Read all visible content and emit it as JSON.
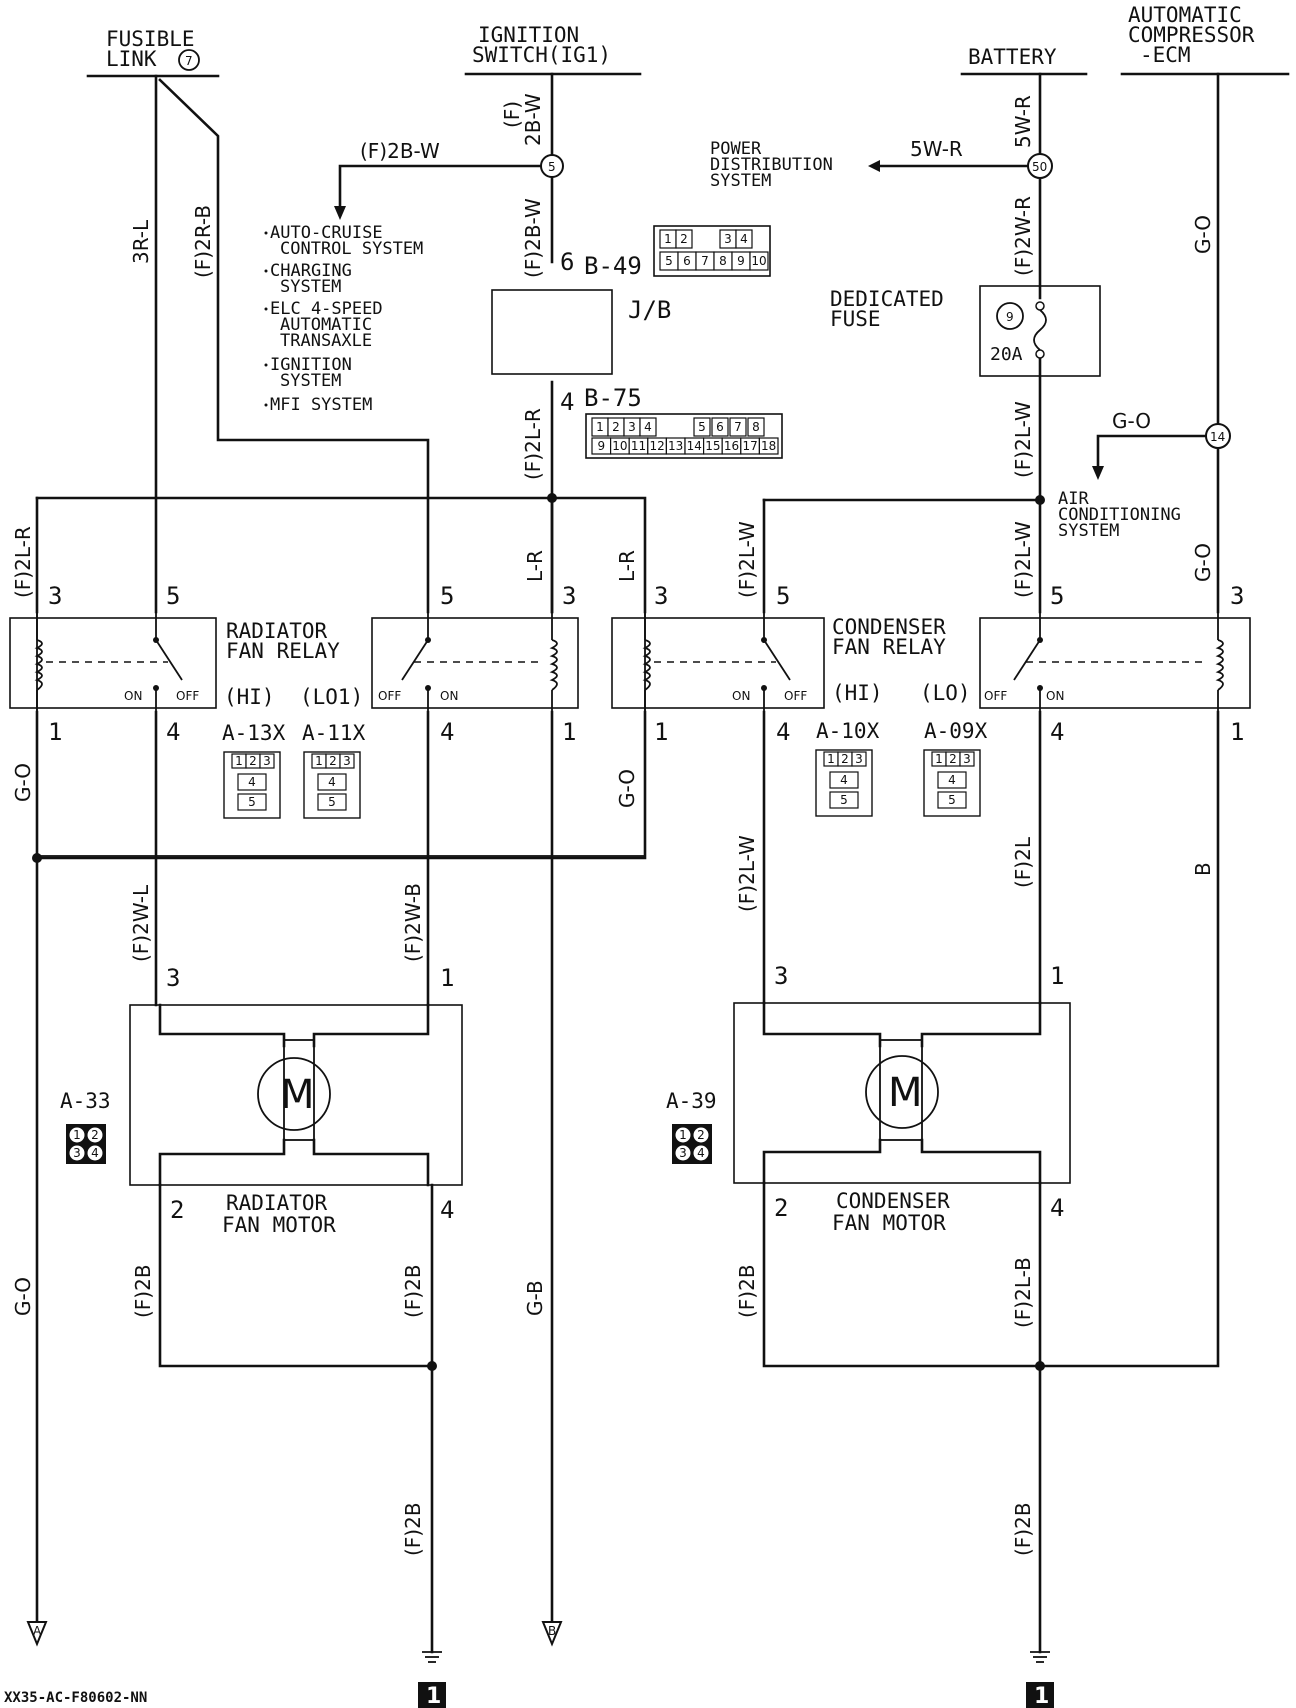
{
  "sources": {
    "fusible_link": "FUSIBLE",
    "fusible_link_2": "LINK",
    "fusible_link_num": "7",
    "ignition_switch": "IGNITION",
    "ignition_switch_2": "SWITCH(IG1)",
    "battery": "BATTERY",
    "ac_ecm_1": "AUTOMATIC",
    "ac_ecm_2": "COMPRESSOR",
    "ac_ecm_3": "-ECM"
  },
  "wires": {
    "w_f_2bw_a": "(F)",
    "w_f_2bw_b": "2B-W",
    "w_2bw_branch": "(F)2B-W",
    "w_2bw_down": "(F)2B-W",
    "w_3rl": "3R-L",
    "w_2rb": "(F)2R-B",
    "w_5wr_top": "5W-R",
    "w_5wr_branch": "5W-R",
    "w_2wr": "(F)2W-R",
    "w_go_ecm": "G-O",
    "w_2lr_jb": "(F)2L-R",
    "w_2lw_fuse": "(F)2L-W",
    "w_go_branch": "G-O",
    "w_2lr_left": "(F)2L-R",
    "w_lr_mid": "L-R",
    "w_lr_right": "L-R",
    "w_2lw_cond": "(F)2L-W",
    "w_2lw_bat": "(F)2L-W",
    "w_go_ecm2": "G-O",
    "w_go_left": "G-O",
    "w_go_mid": "G-O",
    "w_2wl": "(F)2W-L",
    "w_2wb": "(F)2W-B",
    "w_2lw_condlow": "(F)2L-W",
    "w_2l": "(F)2L",
    "w_b": "B",
    "w_go_bottom": "G-O",
    "w_2b_rad_l": "(F)2B",
    "w_2b_rad_r": "(F)2B",
    "w_gb": "G-B",
    "w_2b_cond_l": "(F)2B",
    "w_2lb": "(F)2L-B",
    "w_2b_gnd_l": "(F)2B",
    "w_2b_gnd_r": "(F)2B"
  },
  "splices": {
    "s5": "5",
    "s50": "50",
    "s14": "14"
  },
  "systems": {
    "power_dist_1": "POWER",
    "power_dist_2": "DISTRIBUTION",
    "power_dist_3": "SYSTEM",
    "list": [
      "AUTO-CRUISE",
      "CONTROL SYSTEM",
      "CHARGING",
      "SYSTEM",
      "ELC 4-SPEED",
      "AUTOMATIC",
      "TRANSAXLE",
      "IGNITION",
      "SYSTEM",
      "MFI SYSTEM"
    ],
    "ac_1": "AIR",
    "ac_2": "CONDITIONING",
    "ac_3": "SYSTEM"
  },
  "junction": {
    "pin_top": "6",
    "conn_top": "B-49",
    "label": "J/B",
    "pin_bottom": "4",
    "conn_bottom": "B-75"
  },
  "fuse": {
    "label_1": "DEDICATED",
    "label_2": "FUSE",
    "number": "9",
    "rating": "20A"
  },
  "relays": {
    "radiator_1": "RADIATOR",
    "radiator_2": "FAN RELAY",
    "condenser_1": "CONDENSER",
    "condenser_2": "FAN RELAY",
    "hi": "(HI)",
    "lo1": "(LO1)",
    "lo": "(LO)",
    "on": "ON",
    "off": "OFF"
  },
  "pins": {
    "p3": "3",
    "p5": "5",
    "p1": "1",
    "p4": "4",
    "p2": "2"
  },
  "connectors": {
    "a13x": "A-13X",
    "a11x": "A-11X",
    "a10x": "A-10X",
    "a09x": "A-09X",
    "a33": "A-33",
    "a39": "A-39",
    "b49_pins_top": [
      "1",
      "2",
      "3",
      "4"
    ],
    "b49_pins_bottom": [
      "5",
      "6",
      "7",
      "8",
      "9",
      "10"
    ],
    "b75_pins_top": [
      "1",
      "2",
      "3",
      "4",
      "5",
      "6",
      "7",
      "8"
    ],
    "b75_pins_bottom": [
      "9",
      "10",
      "11",
      "12",
      "13",
      "14",
      "15",
      "16",
      "17",
      "18"
    ],
    "relay_pins_top": [
      "1",
      "2",
      "3"
    ],
    "relay_pin_mid": "4",
    "relay_pin_bottom": "5",
    "motor_pins": [
      "1",
      "2",
      "3",
      "4"
    ]
  },
  "motors": {
    "m": "M",
    "radiator_1": "RADIATOR",
    "radiator_2": "FAN MOTOR",
    "condenser_1": "CONDENSER",
    "condenser_2": "FAN MOTOR"
  },
  "offpage": {
    "a": "A",
    "b": "B"
  },
  "grounds": {
    "g1": "1",
    "g2": "1"
  },
  "footer": {
    "code": "XX35-AC-F80602-NN"
  }
}
